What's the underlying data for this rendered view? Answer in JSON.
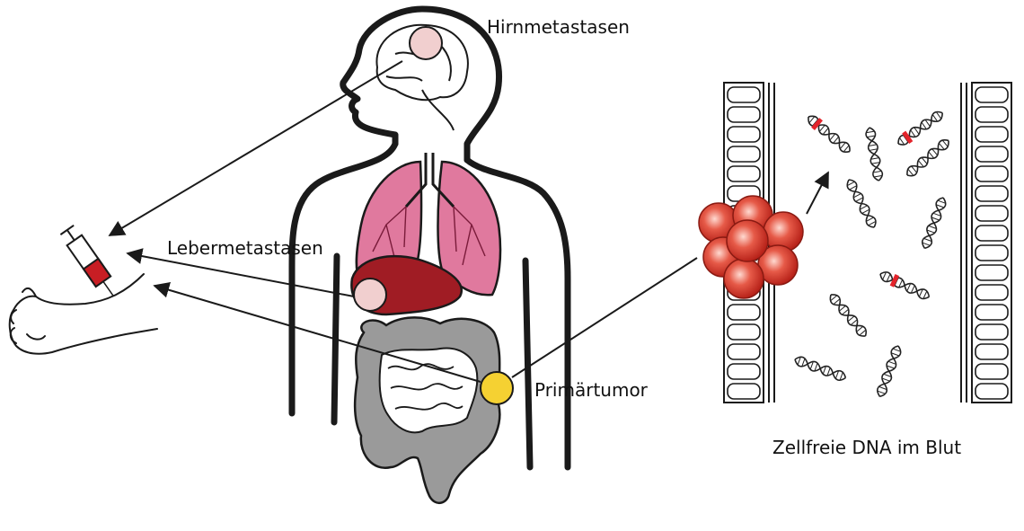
{
  "labels": {
    "brain": "Hirnmetastasen",
    "liver": "Lebermetastasen",
    "primary": "Primärtumor",
    "cfdna": "Zellfreie DNA im Blut"
  },
  "colors": {
    "outline": "#1a1a1a",
    "lung": "#e0799e",
    "liver": "#a01c24",
    "tumor_pink": "#f1cfcf",
    "intestine": "#9a9a9a",
    "primary_tumor": "#f5d132",
    "ctc": "#dd3a2e",
    "mutation": "#e3242b",
    "blood": "#c81e24"
  },
  "icons": {
    "syringe": "syringe-icon",
    "arm": "arm-icon",
    "dna": "dna-helix-icon"
  }
}
